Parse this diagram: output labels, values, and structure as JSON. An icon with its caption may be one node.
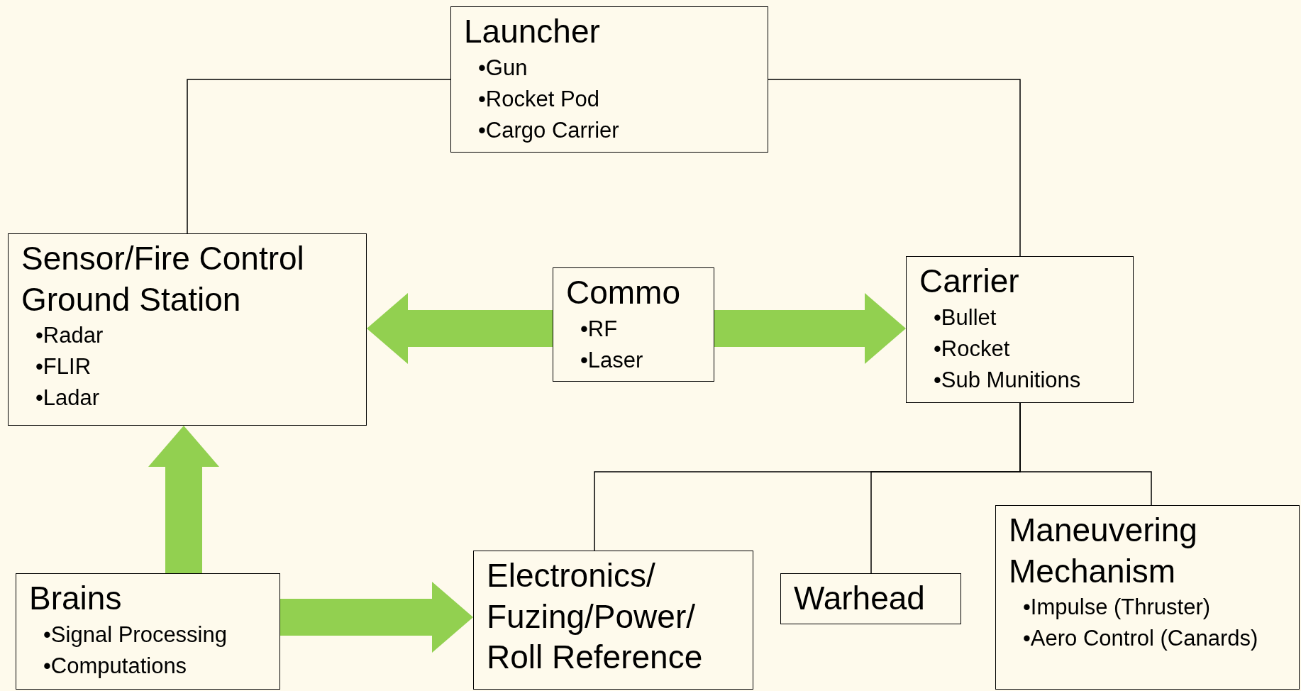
{
  "diagram": {
    "nodes": [
      {
        "text": [
          "Launcher",
          "•Gun",
          "•Rocket Pod",
          "•Cargo Carrier"
        ]
      },
      {
        "text": [
          "Sensor/Fire Control Ground Station",
          "•Radar",
          "•FLIR",
          "•Ladar"
        ]
      },
      {
        "text": [
          "Commo",
          "•RF",
          "•Laser"
        ]
      },
      {
        "text": [
          "Carrier",
          "•Bullet",
          "•Rocket",
          "•Sub Munitions"
        ]
      },
      {
        "text": [
          "Brains",
          "•Signal Processing",
          "•Computations"
        ]
      },
      {
        "text": [
          "Electronics/ Fuzing/Power/ Roll Reference"
        ]
      },
      {
        "text": [
          "Warhead"
        ]
      },
      {
        "text": [
          "Maneuvering Mechanism",
          "•Impulse (Thruster)",
          "•Aero Control (Canards)"
        ]
      }
    ],
    "edges": [
      {
        "from": 0,
        "to": 1,
        "arrow": "none"
      },
      {
        "from": 0,
        "to": 3,
        "arrow": "none"
      },
      {
        "from": 2,
        "to": 1,
        "arrow": "to",
        "style": "thick",
        "color": "#92d050"
      },
      {
        "from": 2,
        "to": 3,
        "arrow": "to",
        "style": "thick",
        "color": "#92d050"
      },
      {
        "from": 4,
        "to": 1,
        "arrow": "to",
        "style": "thick",
        "color": "#92d050"
      },
      {
        "from": 4,
        "to": 5,
        "arrow": "to",
        "style": "thick",
        "color": "#92d050"
      },
      {
        "from": 3,
        "to": 5,
        "arrow": "none"
      },
      {
        "from": 3,
        "to": 6,
        "arrow": "none"
      },
      {
        "from": 3,
        "to": 7,
        "arrow": "none"
      }
    ]
  }
}
